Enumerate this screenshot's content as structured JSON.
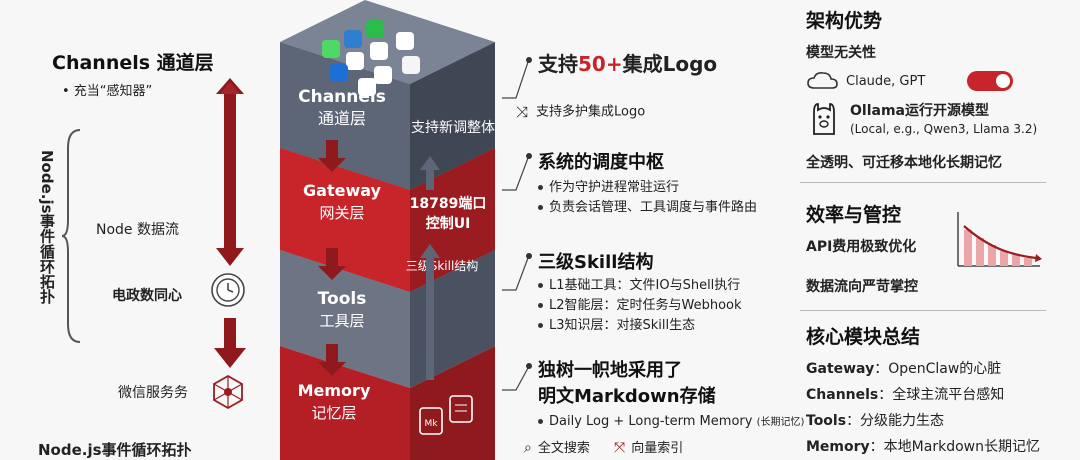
{
  "left": {
    "channels_title": "Channels 通道层",
    "channels_sub": "• 充当“感知器”",
    "vertical_label": [
      "Node.js事件",
      "循环",
      "拓扑"
    ],
    "node_flow": "Node 数据流",
    "center_label": "电政数同心",
    "wechat_label": "微信服务务",
    "footer": "Node.js事件循环拓扑"
  },
  "stack": {
    "channels": {
      "en": "Channels",
      "cn": "通道层",
      "side": "支持新调整体"
    },
    "gateway": {
      "en": "Gateway",
      "cn": "网关层",
      "side1": "18789端口",
      "side2": "控制UI"
    },
    "tools": {
      "en": "Tools",
      "cn": "工具层",
      "side": "三级Skill结构"
    },
    "memory": {
      "en": "Memory",
      "cn": "记忆层",
      "file_label": "Mk"
    }
  },
  "middle": {
    "logo_title_prefix": "支持",
    "logo_title_num": "50+",
    "logo_title_suffix": "集成Logo",
    "logo_sub": "支持多护集成Logo",
    "gateway_title": "系统的调度中枢",
    "gateway_items": [
      "作为守护进程常驻运行",
      "负责会话管理、工具调度与事件路由"
    ],
    "skill_title": "三级Skill结构",
    "skill_items": [
      "L1基础工具：文件IO与Shell执行",
      "L2智能层：定时任务与Webhook",
      "L3知识层：对接Skill生态"
    ],
    "memory_title1": "独树一帜地采用了",
    "memory_title2": "明文Markdown存储",
    "memory_item": "Daily Log + Long-term Memory",
    "memory_item_small": "(长期记忆)",
    "search_full": "全文搜索",
    "search_vector": "向量索引"
  },
  "right": {
    "arch_title": "架构优势",
    "model_agnostic": "模型无关性",
    "claude_gpt": "Claude, GPT",
    "ollama_title": "Ollama运行开源模型",
    "ollama_sub": "(Local, e.g., Qwen3, Llama 3.2)",
    "transparent": "全透明、可迁移本地化长期记忆",
    "efficiency_title": "效率与管控",
    "api_cost": "API费用极致优化",
    "data_flow": "数据流向严苛掌控",
    "modules_title": "核心模块总结",
    "modules": [
      {
        "name": "Gateway",
        "desc": "：OpenClaw的心脏"
      },
      {
        "name": "Channels",
        "desc": "：全球主流平台感知"
      },
      {
        "name": "Tools",
        "desc": "：分级能力生态"
      },
      {
        "name": "Memory",
        "desc": "：本地Markdown长期记忆"
      }
    ]
  },
  "colors": {
    "accent_red": "#c8252a",
    "dark_red": "#8e1a1e",
    "slate": "#5d6676",
    "slate_dark": "#3f4654"
  }
}
